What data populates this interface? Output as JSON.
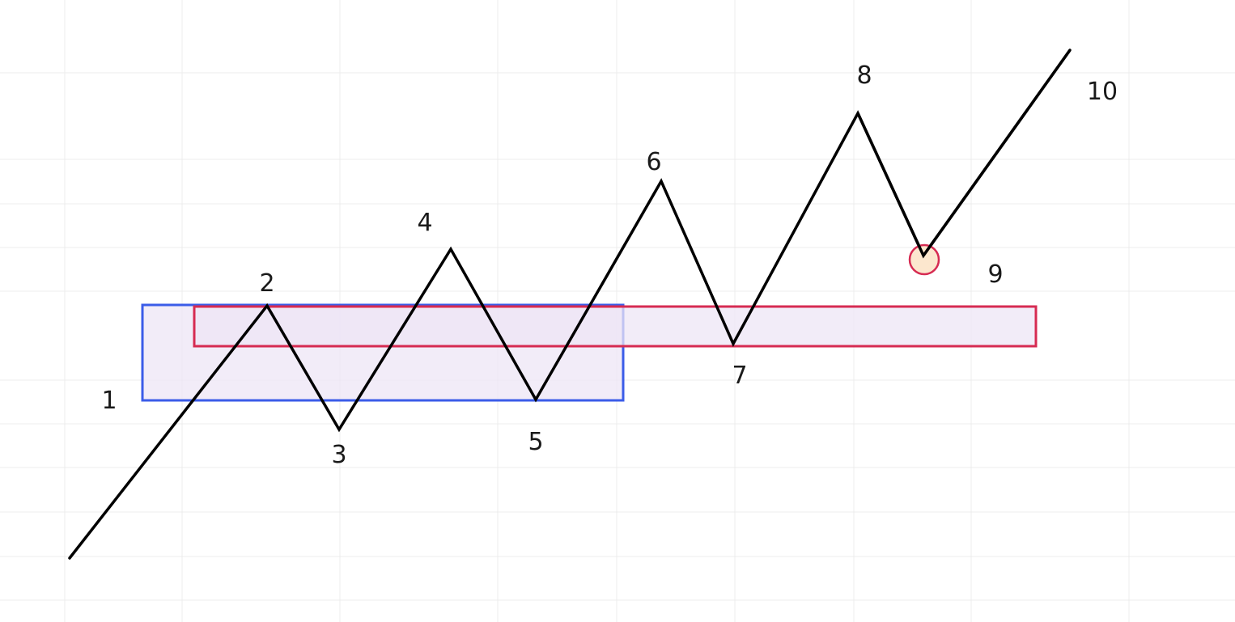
{
  "diagram": {
    "kind": "price-swing-sketch",
    "colors": {
      "background": "#ffffff",
      "grid": "#ececec",
      "line": "#000000",
      "blue_zone_stroke": "#3b5ce8",
      "red_zone_stroke": "#d62b52",
      "zone_fill": "#ede6f6",
      "marker_fill": "#fbe3c6",
      "marker_stroke": "#d62b52",
      "label": "#1a1a1a"
    },
    "points": [
      {
        "id": "1",
        "label": "1"
      },
      {
        "id": "2",
        "label": "2"
      },
      {
        "id": "3",
        "label": "3"
      },
      {
        "id": "4",
        "label": "4"
      },
      {
        "id": "5",
        "label": "5"
      },
      {
        "id": "6",
        "label": "6"
      },
      {
        "id": "7",
        "label": "7"
      },
      {
        "id": "8",
        "label": "8"
      },
      {
        "id": "9",
        "label": "9"
      },
      {
        "id": "10",
        "label": "10"
      }
    ],
    "zones": [
      {
        "id": "blue-range-zone",
        "label": ""
      },
      {
        "id": "red-support-zone",
        "label": ""
      }
    ],
    "marker": {
      "id": "retest-marker",
      "at_point": "9"
    }
  }
}
